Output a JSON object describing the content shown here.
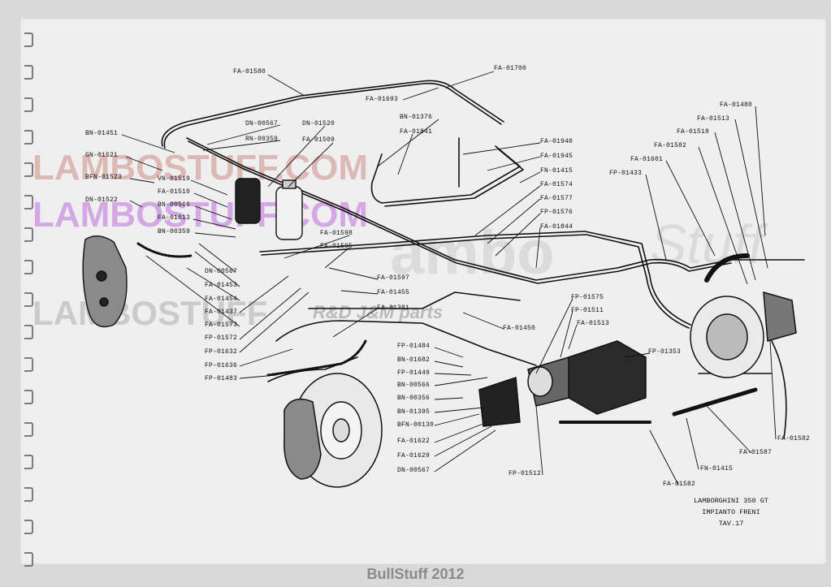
{
  "watermarks": {
    "w1": "LAMBOSTUFF.COM",
    "w2": "LAMBOSTUFF.COM",
    "w3": "LAMBOSTUFF",
    "w4": "R&D J&M parts",
    "w5": "ambo",
    "w6": "Stuff"
  },
  "caption": {
    "line1": "LAMBORGHINI 350 GT",
    "line2": "IMPIANTO FRENI",
    "line3": "TAV.17"
  },
  "footer": "BullStuff 2012",
  "labels": [
    "FA-01580",
    "FA-01700",
    "FA-01693",
    "BN-01376",
    "FA-01841",
    "DN-00567",
    "DN-01520",
    "RN-00359",
    "FA-01509",
    "BN-01451",
    "GN-01521",
    "BFN-01523",
    "VN-01519",
    "FA-01510",
    "BN-00566",
    "FA-01613",
    "DN-01522",
    "BN-00359",
    "FA-01598",
    "FA-01595",
    "DN-00567",
    "FA-01453",
    "FA-01454",
    "FA-01437",
    "FA-01573",
    "FP-01572",
    "FP-01632",
    "FP-01636",
    "FP-01483",
    "FA-01597",
    "FA-01455",
    "FA-01381",
    "FA-01450",
    "FP-01484",
    "BN-01682",
    "FP-01449",
    "BN-00566",
    "BN-00356",
    "BN-01395",
    "BFN-00130",
    "FA-01622",
    "FA-01629",
    "DN-00567",
    "FP-01575",
    "FP-01511",
    "FA-01513",
    "FP-01353",
    "FP-01512",
    "FA-01940",
    "FA-01945",
    "FN-01415",
    "FA-01574",
    "FA-01577",
    "FP-01576",
    "FA-01844",
    "FP-01433",
    "FA-01601",
    "FA-01582",
    "FA-01518",
    "FA-01513",
    "FA-01480",
    "FA-01582",
    "FA-01587",
    "FN-01415",
    "FA-01582"
  ]
}
